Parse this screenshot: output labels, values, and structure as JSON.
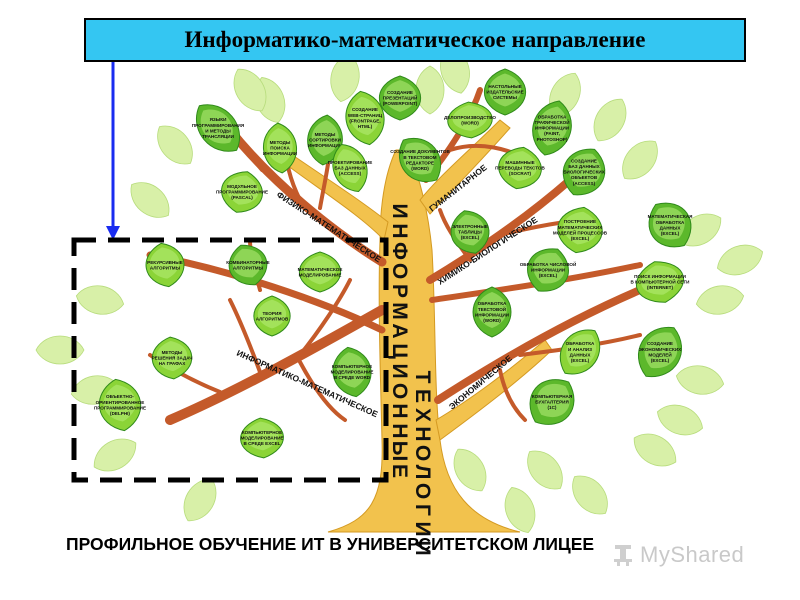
{
  "title": "Информатико-математическое направление",
  "footer": "ПРОФИЛЬНОЕ ОБУЧЕНИЕ ИТ В УНИВЕРСИТЕТСКОМ ЛИЦЕЕ",
  "watermark": "MyShared",
  "colors": {
    "title_bg": "#34c6f2",
    "trunk": "#f2c24d",
    "branch": "#c45a2a",
    "leaf_dark": "#2f8a1a",
    "leaf_light": "#8bd437",
    "background_leaf": "#d8f0a8",
    "arrow": "#1a2cf0",
    "dashed_frame": "#000000"
  },
  "trunk": {
    "word1": "ИНФОРМАЦИОННЫЕ",
    "word2": "ТЕХНОЛОГИИ"
  },
  "branches": [
    {
      "name": "physics_math",
      "label": "ФИЗИКО-МАТЕМАТИЧЕСКОЕ"
    },
    {
      "name": "informatics_math",
      "label": "ИНФОРМАТИКО-МАТЕМАТИЧЕСКОЕ"
    },
    {
      "name": "humanities",
      "label": "ГУМАНИТАРНОЕ"
    },
    {
      "name": "chem_bio",
      "label": "ХИМИКО-БИОЛОГИЧЕСКОЕ"
    },
    {
      "name": "economics",
      "label": "ЭКОНОМИЧЕСКОЕ"
    }
  ],
  "leaves": [
    {
      "name": "leaf-programming-languages",
      "lines": [
        "ЯЗЫКИ",
        "ПРОГРАММИРОВАНИЯ",
        "И МЕТОДЫ",
        "ТРАНСЛЯЦИИ"
      ]
    },
    {
      "name": "leaf-search-methods",
      "lines": [
        "МЕТОДЫ",
        "ПОИСКА",
        "ИНФОРМАЦИИ"
      ]
    },
    {
      "name": "leaf-sort-methods",
      "lines": [
        "МЕТОДЫ",
        "СОРТИРОВКИ",
        "ИНФОРМАЦИИ"
      ]
    },
    {
      "name": "leaf-modular-programming",
      "lines": [
        "МОДУЛЬНОЕ",
        "ПРОГРАММИРОВАНИЕ",
        "(PASCAL)"
      ]
    },
    {
      "name": "leaf-presentations",
      "lines": [
        "СОЗДАНИЕ",
        "ПРЕЗЕНТАЦИЙ",
        "(POWERPOINT)"
      ]
    },
    {
      "name": "leaf-web-sites",
      "lines": [
        "СОЗДАНИЕ",
        "WEB-СТРАНИЦ",
        "(FRONTPAGE,",
        "HTML)"
      ]
    },
    {
      "name": "leaf-publishing",
      "lines": [
        "НАСТОЛЬНЫЕ",
        "ИЗДАТЕЛЬСКИЕ",
        "СИСТЕМЫ"
      ]
    },
    {
      "name": "leaf-records",
      "lines": [
        "ДЕЛОПРОИЗВОДСТВО",
        "(WORD)"
      ]
    },
    {
      "name": "leaf-graphics",
      "lines": [
        "ОБРАБОТКА",
        "ГРАФИЧЕСКОЙ",
        "ИНФОРМАЦИИ",
        "(PAINT,",
        "PHOTOSHOP)"
      ]
    },
    {
      "name": "leaf-db-design",
      "lines": [
        "ПРОЕКТИРОВАНИЕ",
        "БАЗ ДАННЫХ",
        "(ACCESS)"
      ]
    },
    {
      "name": "leaf-text-docs",
      "lines": [
        "СОЗДАНИЕ ДОКУМЕНТОВ",
        "В ТЕКСТОВОМ",
        "РЕДАКТОРЕ",
        "(WORD)"
      ]
    },
    {
      "name": "leaf-machine-translation",
      "lines": [
        "МАШИННЫЕ",
        "ПЕРЕВОДЫ ТЕКСТОВ",
        "(SOCRAT)"
      ]
    },
    {
      "name": "leaf-bio-db",
      "lines": [
        "СОЗДАНИЕ",
        "БАЗ ДАННЫХ",
        "БИОЛОГИЧЕСКИХ",
        "ОБЪЕКТОВ",
        "(ACCESS)"
      ]
    },
    {
      "name": "leaf-recursive",
      "lines": [
        "РЕКУРСИВНЫЕ",
        "АЛГОРИТМЫ"
      ]
    },
    {
      "name": "leaf-combinatorics",
      "lines": [
        "КОМБИНАТОРНЫЕ",
        "АЛГОРИТМЫ"
      ]
    },
    {
      "name": "leaf-math-modeling",
      "lines": [
        "МАТЕМАТИЧЕСКОЕ",
        "МОДЕЛИРОВАНИЕ"
      ]
    },
    {
      "name": "leaf-spreadsheet-calc",
      "lines": [
        "ЭЛЕКТРОННЫЕ",
        "ТАБЛИЦЫ",
        "(EXCEL)"
      ]
    },
    {
      "name": "leaf-chem-models",
      "lines": [
        "ПОСТРОЕНИЕ",
        "МАТЕМАТИЧЕСКИХ",
        "МОДЕЛЕЙ ПРОЦЕССОВ",
        "(EXCEL)"
      ]
    },
    {
      "name": "leaf-math-processing",
      "lines": [
        "МАТЕМАТИЧЕСКАЯ",
        "ОБРАБОТКА",
        "ДАННЫХ",
        "(EXCEL)"
      ]
    },
    {
      "name": "leaf-algorithm-theory",
      "lines": [
        "ТЕОРИЯ",
        "АЛГОРИТМОВ"
      ]
    },
    {
      "name": "leaf-numeric-processing",
      "lines": [
        "ОБРАБОТКА ЧИСЛОВОЙ",
        "ИНФОРМАЦИИ",
        "(EXCEL)"
      ]
    },
    {
      "name": "leaf-internet-search",
      "lines": [
        "ПОИСК ИНФОРМАЦИИ",
        "В КОМПЬЮТЕРНОЙ СЕТИ",
        "(INTERNET)"
      ]
    },
    {
      "name": "leaf-text-processing",
      "lines": [
        "ОБРАБОТКА",
        "ТЕКСТОВОЙ",
        "ИНФОРМАЦИИ",
        "(WORD)"
      ]
    },
    {
      "name": "leaf-graph-methods",
      "lines": [
        "МЕТОДЫ",
        "РЕШЕНИЯ ЗАДАЧ",
        "НА ГРАФАХ"
      ]
    },
    {
      "name": "leaf-modeling-word",
      "lines": [
        "КОМПЬЮТЕРНОЕ",
        "МОДЕЛИРОВАНИЕ",
        "В СРЕДЕ WORD"
      ]
    },
    {
      "name": "leaf-data-processing",
      "lines": [
        "ОБРАБОТКА",
        "И АНАЛИЗ",
        "ДАННЫХ",
        "(EXCEL)"
      ]
    },
    {
      "name": "leaf-econ-models",
      "lines": [
        "СОЗДАНИЕ",
        "ЭКОНОМИЧЕСКИХ",
        "МОДЕЛЕЙ",
        "(EXCEL)"
      ]
    },
    {
      "name": "leaf-oop",
      "lines": [
        "ОБЪЕКТНО-",
        "ОРИЕНТИРОВАННОЕ",
        "ПРОГРАММИРОВАНИЕ",
        "(DELPHI)"
      ]
    },
    {
      "name": "leaf-accounting",
      "lines": [
        "КОМПЬЮТЕРНАЯ",
        "БУХГАЛТЕРИЯ",
        "(1С)"
      ]
    },
    {
      "name": "leaf-modeling-excel",
      "lines": [
        "КОМПЬЮТЕРНОЕ",
        "МОДЕЛИРОВАНИЕ",
        "В СРЕДЕ EXCEL"
      ]
    }
  ]
}
